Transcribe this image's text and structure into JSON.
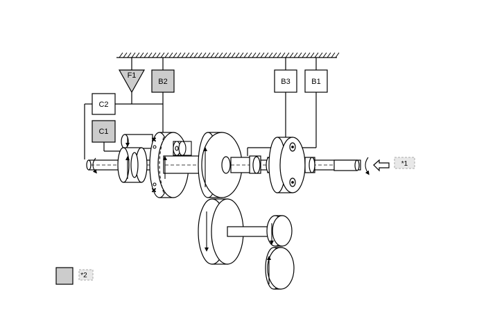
{
  "diagram": {
    "labels": {
      "f1": "F1",
      "b2": "B2",
      "b3": "B3",
      "b1": "B1",
      "c2": "C2",
      "c1": "C1",
      "ref1": "*1",
      "ref2": "*2"
    },
    "colors": {
      "line": "#000000",
      "fill": "#ffffff",
      "highlight": "#cccccc",
      "tag_fill": "#e8e8e8",
      "tag_border": "#aaaaaa"
    },
    "icons": {
      "input_arrow": "hollow-left-arrow-icon",
      "rotation": "curved-rotation-arrow-icon",
      "hatch": "fixed-housing-hatch"
    }
  }
}
